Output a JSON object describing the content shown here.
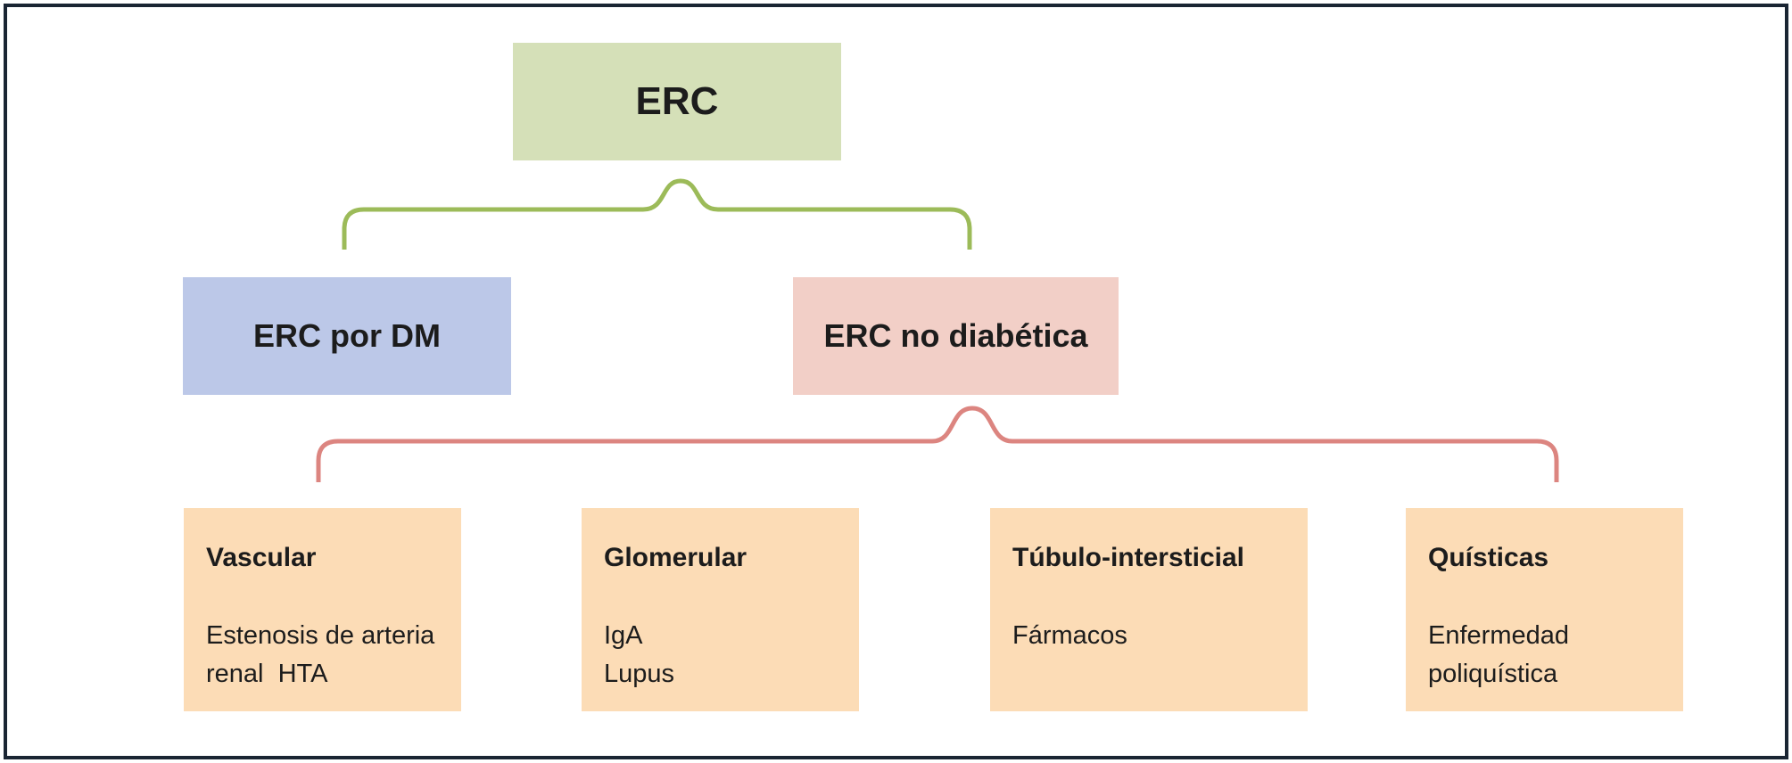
{
  "palette": {
    "frame_border": "#1a2533",
    "background": "#ffffff",
    "root_fill": "#d5e0b8",
    "dm_fill": "#bcc8e8",
    "nondm_fill": "#f2cfc7",
    "leaf_fill": "#fcdcb6",
    "green_brace": "#9cbb59",
    "pink_brace": "#dc8580",
    "text_color": "#1c1c1c"
  },
  "diagram": {
    "root": {
      "label": "ERC"
    },
    "level2": [
      {
        "label": "ERC por DM"
      },
      {
        "label": "ERC no diabética"
      }
    ],
    "leaves": [
      {
        "title": "Vascular",
        "items": "Estenosis de arteria\nrenal  HTA"
      },
      {
        "title": "Glomerular",
        "items": "IgA\nLupus"
      },
      {
        "title": "Túbulo-intersticial",
        "items": "Fármacos"
      },
      {
        "title": "Quísticas",
        "items": "Enfermedad\npoliquística"
      }
    ]
  }
}
